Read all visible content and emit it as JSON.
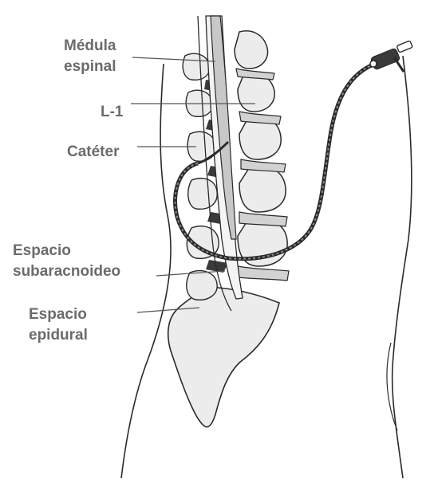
{
  "labels": {
    "spinal_cord": [
      "Médula",
      "espinal"
    ],
    "l1": "L-1",
    "catheter": "Catéter",
    "subarachnoid_space": [
      "Espacio",
      "subaracnoideo"
    ],
    "epidural_space": [
      "Espacio",
      "epidural"
    ]
  },
  "colors": {
    "ink": "#2a2a2a",
    "label_text": "#6b6b6b",
    "bone_fill": "#ececec",
    "disc_fill": "#d2d2d2",
    "cord_fill": "#c8c8c8",
    "background": "#ffffff"
  }
}
